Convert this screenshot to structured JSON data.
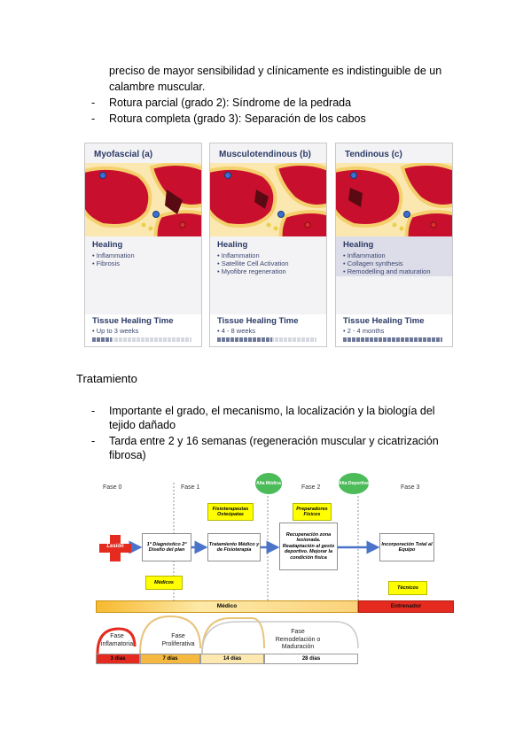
{
  "intro": {
    "line1": "preciso de mayor sensibilidad y clínicamente es indistinguible de un",
    "line2": "calambre muscular.",
    "bullets": [
      "Rotura parcial (grado 2): Síndrome de la pedrada",
      "Rotura completa (grado 3): Separación de los cabos"
    ]
  },
  "cards": [
    {
      "title": "Myofascial (a)",
      "healing_title": "Healing",
      "healing_items": [
        "• Inflammation",
        "• Fibrosis"
      ],
      "time_title": "Tissue Healing Time",
      "time_value": "• Up to 3 weeks",
      "time_fraction": 0.2
    },
    {
      "title": "Musculotendinous (b)",
      "healing_title": "Healing",
      "healing_items": [
        "• Inflammation",
        "• Satellite Cell Activation",
        "• Myofibre regeneration"
      ],
      "time_title": "Tissue Healing Time",
      "time_value": "• 4 - 8 weeks",
      "time_fraction": 0.55
    },
    {
      "title": "Tendinous (c)",
      "healing_title": "Healing",
      "healing_items": [
        "• Inflammation",
        "• Collagen synthesis",
        "• Remodelling and maturation"
      ],
      "time_title": "Tissue Healing Time",
      "time_value": "• 2 - 4 months",
      "time_fraction": 1.0
    }
  ],
  "treatment": {
    "heading": "Tratamiento",
    "bullet1_line1": "Importante el grado, el mecanismo, la localización y la biología del",
    "bullet1_line2": "tejido dañado",
    "bullet2_line1": "Tarda entre 2 y 16 semanas (regeneración muscular y cicatrización",
    "bullet2_line2": "fibrosa)",
    "dash": "-"
  },
  "flow": {
    "phases": [
      "Fase 0",
      "Fase 1",
      "Fase 2",
      "Fase 3"
    ],
    "alta_medica": "Alta Médica",
    "alta_deportiva": "Alta Deportiva",
    "lesion": "Lesión",
    "box1": "1º Diagnóstico 2º Diseño del plan",
    "box2": "Tratamiento Médico y de Fisioterapia",
    "box3": "Recuperación zona lesionada. Readaptación al gesto deportivo. Mejorar la condición física",
    "box4": "Incorporación Total al Equipo",
    "yellow_fisio": "Fisioterapeutas Osteópatas",
    "yellow_prep": "Preparadores Físicos",
    "yellow_medicos": "Médicos",
    "yellow_tecnicos": "Técnicos",
    "bar_medico": "Médico",
    "bar_entrenador": "Entrenador",
    "stages": [
      "Fase inflamatoria",
      "Fase Proliferativa",
      "Fase Remodelación o Maduración"
    ],
    "days": [
      "3 días",
      "7 días",
      "14 días",
      "28 días"
    ],
    "colors": {
      "red": "#e52b1f",
      "green": "#4cbb5a",
      "yellow": "#ffff00",
      "blue": "#4a74c9"
    }
  }
}
